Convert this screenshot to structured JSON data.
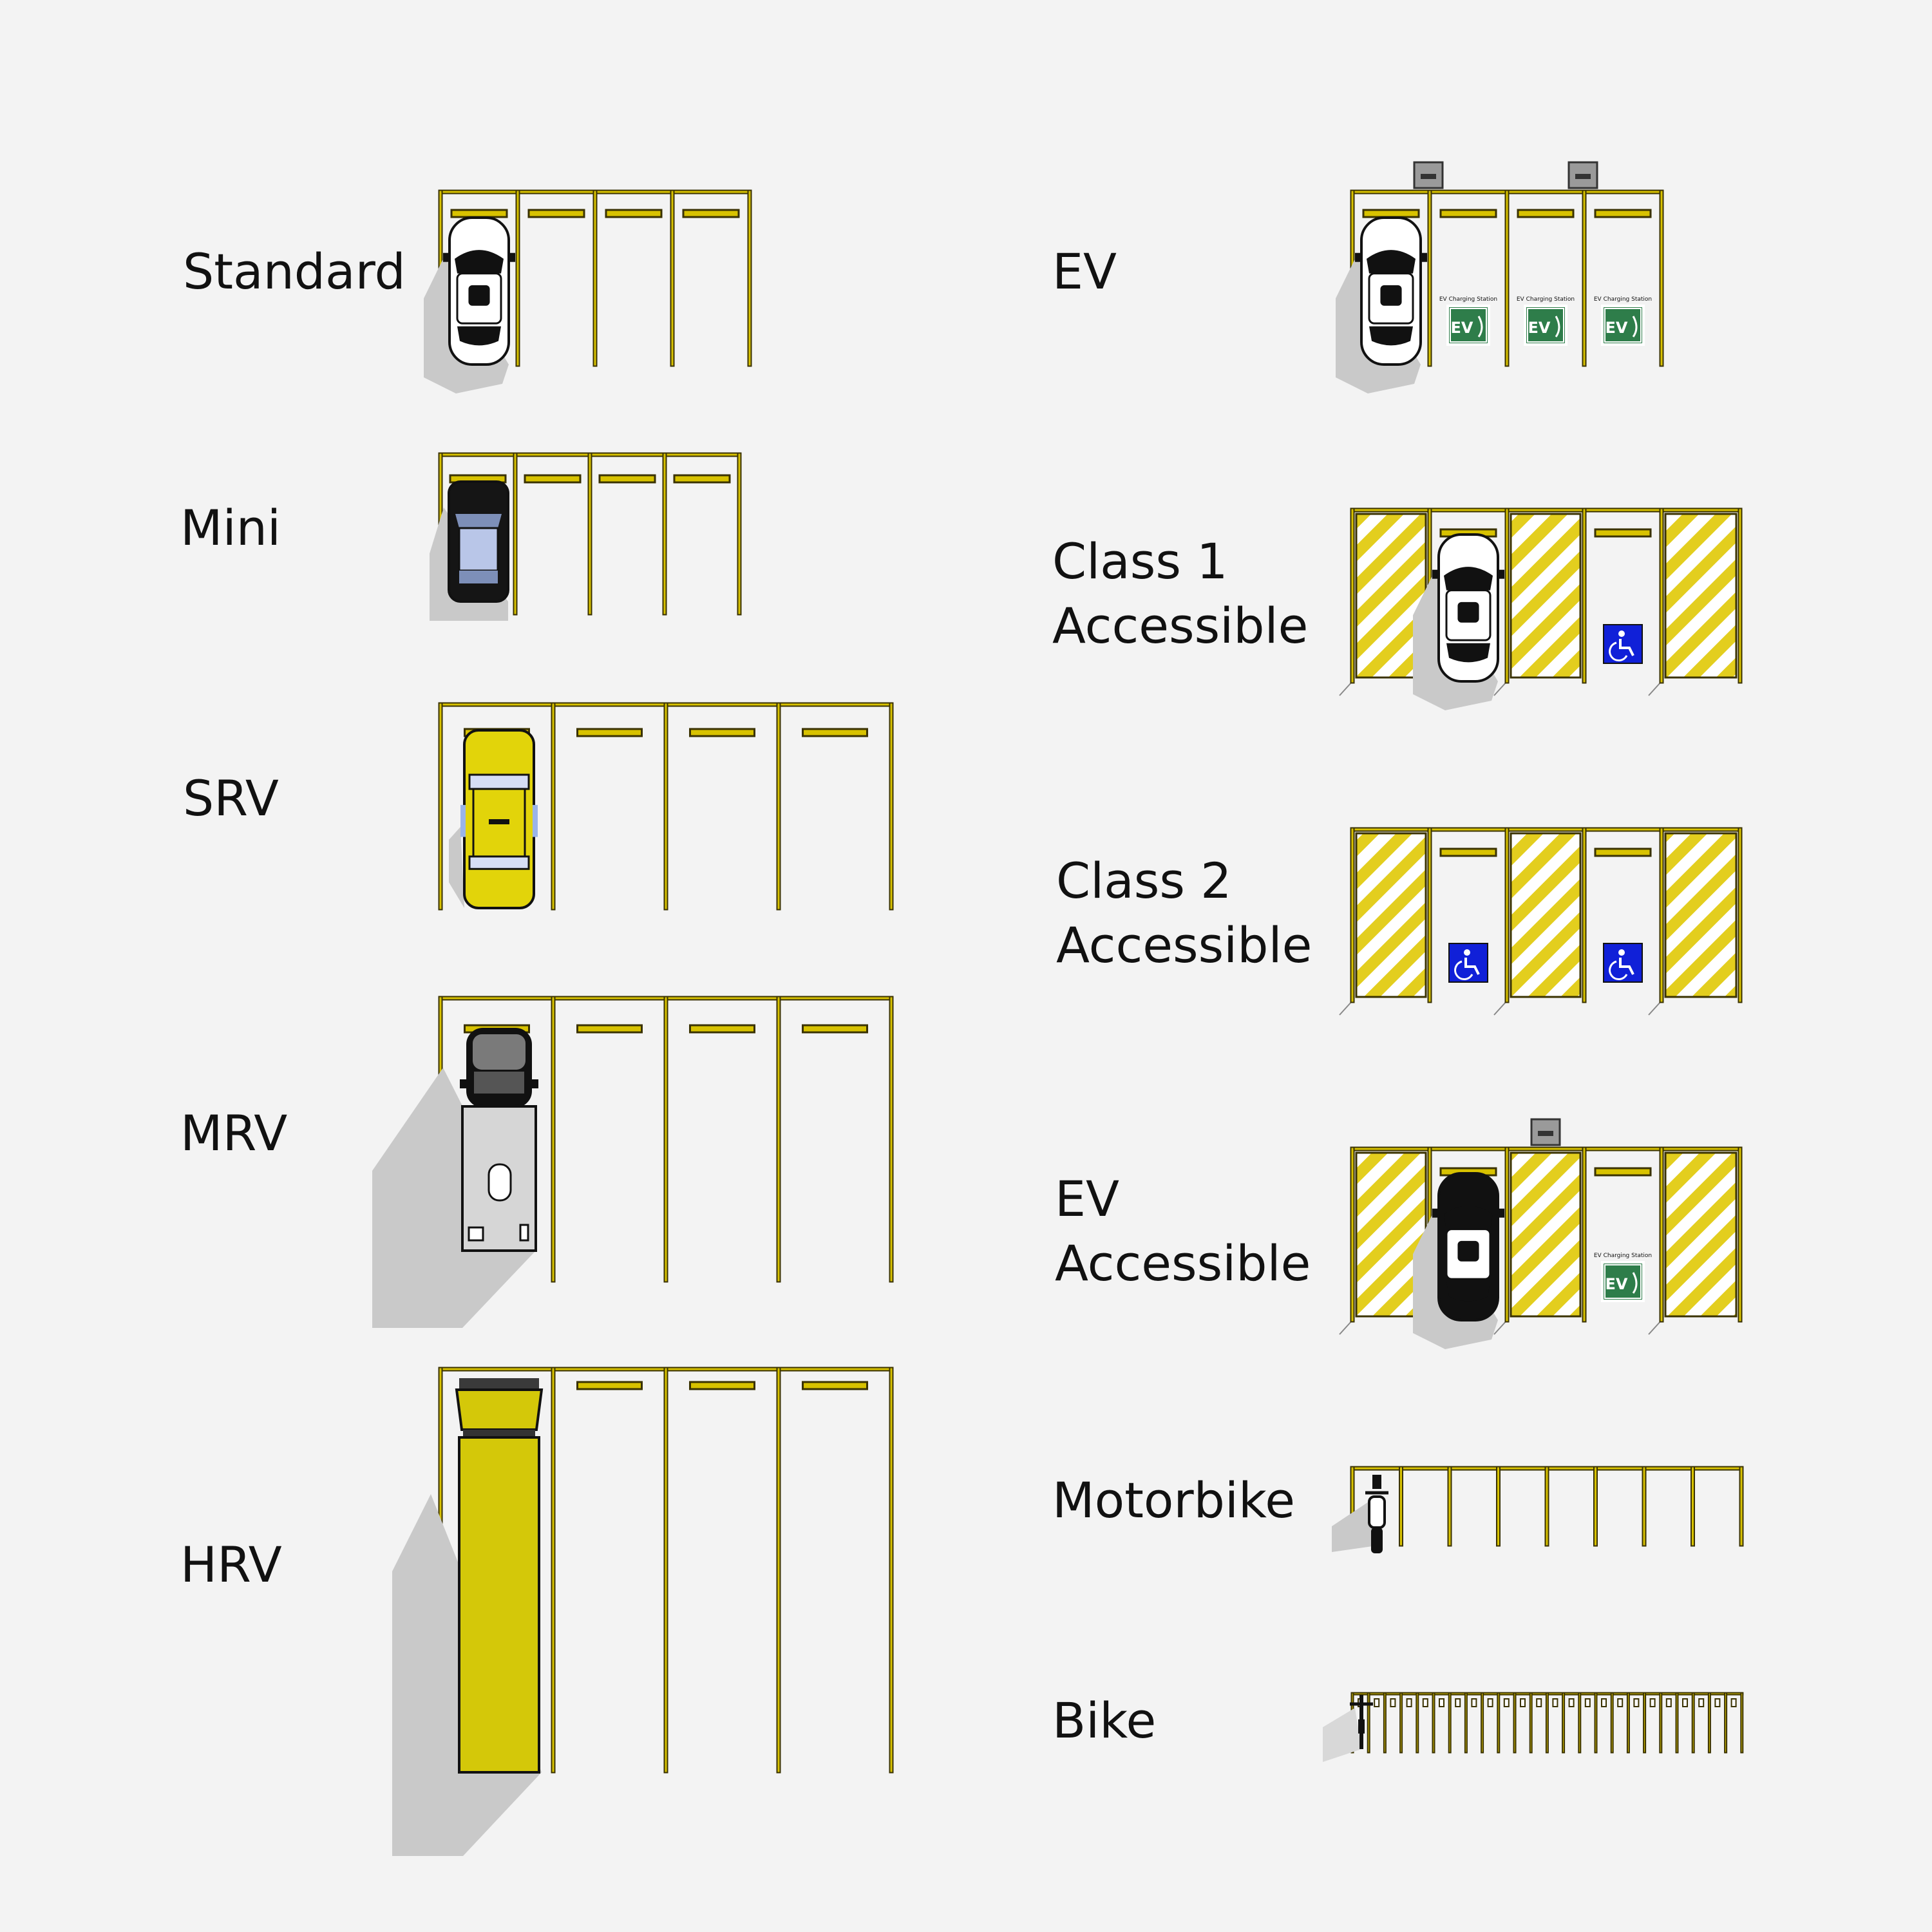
{
  "colors": {
    "background": "#f3f3f3",
    "line": "#d8c200",
    "outline": "#3a3200",
    "hatch": "#e3ce1e",
    "shadow": "#c9c9c9",
    "car_white": "#ffffff",
    "car_black": "#1a1a1a",
    "car_yellow": "#e2d40a",
    "truck_yellow": "#d4c809",
    "ev_green": "#2e7d4a",
    "access_blue": "#1020d8"
  },
  "layouts": [
    {
      "id": "standard",
      "label": "Standard",
      "bays": 4,
      "vehicle": "car-white"
    },
    {
      "id": "mini",
      "label": "Mini",
      "bays": 4,
      "vehicle": "car-mini-black"
    },
    {
      "id": "srv",
      "label": "SRV",
      "bays": 4,
      "vehicle": "taxi-yellow"
    },
    {
      "id": "mrv",
      "label": "MRV",
      "bays": 4,
      "vehicle": "camper-van"
    },
    {
      "id": "hrv",
      "label": "HRV",
      "bays": 4,
      "vehicle": "truck-yellow"
    },
    {
      "id": "ev",
      "label": "EV",
      "bays": 4,
      "vehicle": "car-white",
      "charging_label": "EV Charging Station",
      "ev_badge": "EV"
    },
    {
      "id": "class1",
      "label": "Class 1\nAccessible",
      "vehicle": "car-white"
    },
    {
      "id": "class2",
      "label": "Class 2\nAccessible"
    },
    {
      "id": "ev-accessible",
      "label": "EV\nAccessible",
      "vehicle": "car-black",
      "charging_label": "EV Charging Station",
      "ev_badge": "EV"
    },
    {
      "id": "motorbike",
      "label": "Motorbike",
      "bays": 8,
      "vehicle": "motorbike"
    },
    {
      "id": "bike",
      "label": "Bike",
      "bays": 24,
      "vehicle": "bicycle"
    }
  ]
}
